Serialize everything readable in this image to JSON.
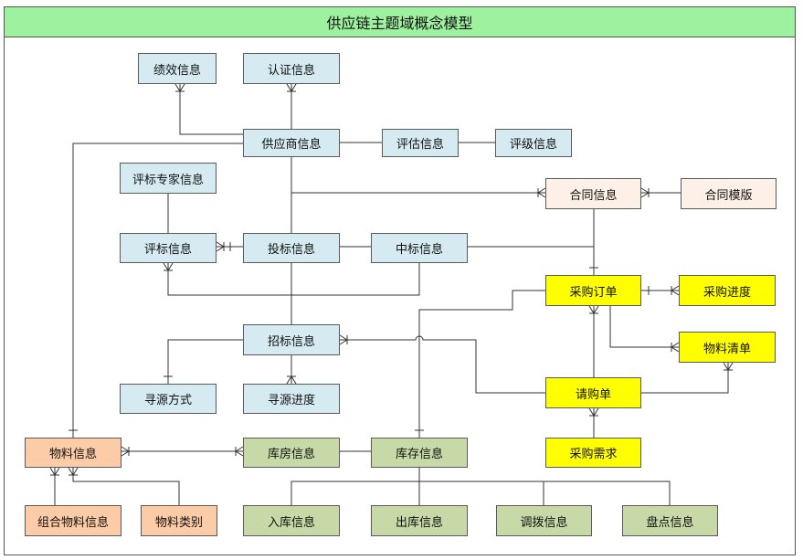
{
  "title": "供应链主题域概念模型",
  "nodes": {
    "perf": "绩效信息",
    "cert": "认证信息",
    "supplier": "供应商信息",
    "assess": "评估信息",
    "grade": "评级信息",
    "experts": "评标专家信息",
    "contract": "合同信息",
    "template": "合同模版",
    "evaluate": "评标信息",
    "bid": "投标信息",
    "win": "中标信息",
    "po": "采购订单",
    "progress": "采购进度",
    "tender": "招标信息",
    "bom": "物料清单",
    "source": "寻源方式",
    "sprogress": "寻源进度",
    "req": "请购单",
    "demand": "采购需求",
    "material": "物料信息",
    "warehouse": "库房信息",
    "stock": "库存信息",
    "combo": "组合物料信息",
    "category": "物料类别",
    "inbound": "入库信息",
    "outbound": "出库信息",
    "transfer": "调拨信息",
    "count": "盘点信息"
  },
  "colors": {
    "title": "#9ef19e",
    "blue": "#d6ebf1",
    "cream": "#fdf0e6",
    "yellow": "#ffff00",
    "orange": "#fccba7",
    "green": "#c6d9a6"
  }
}
